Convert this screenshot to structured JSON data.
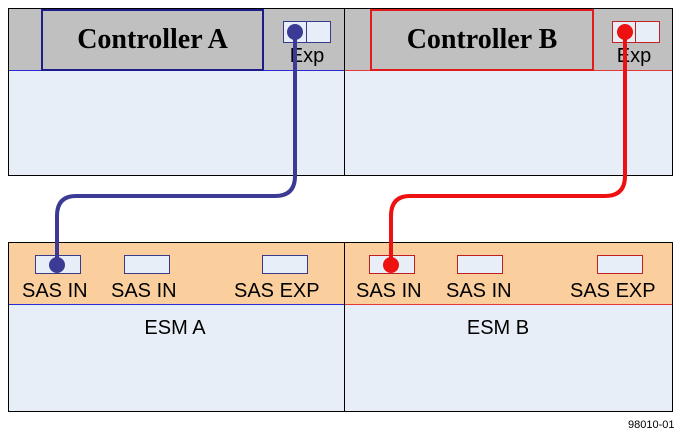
{
  "controller_a": {
    "title": "Controller A",
    "exp_label": "Exp"
  },
  "controller_b": {
    "title": "Controller B",
    "exp_label": "Exp"
  },
  "esm_a": {
    "name": "ESM A",
    "ports": [
      "SAS IN",
      "SAS IN",
      "SAS EXP"
    ]
  },
  "esm_b": {
    "name": "ESM B",
    "ports": [
      "SAS IN",
      "SAS IN",
      "SAS EXP"
    ]
  },
  "colors": {
    "cable_a": "#3b3b96",
    "cable_b": "#ee1111",
    "controller_a_border": "#1d1d8a",
    "controller_b_border": "#e01b1b",
    "esm_band": "#fbcf9d",
    "tray_fill": "#e8eef7",
    "controller_band": "#c0c0c0"
  },
  "figure_id": "98010-01"
}
